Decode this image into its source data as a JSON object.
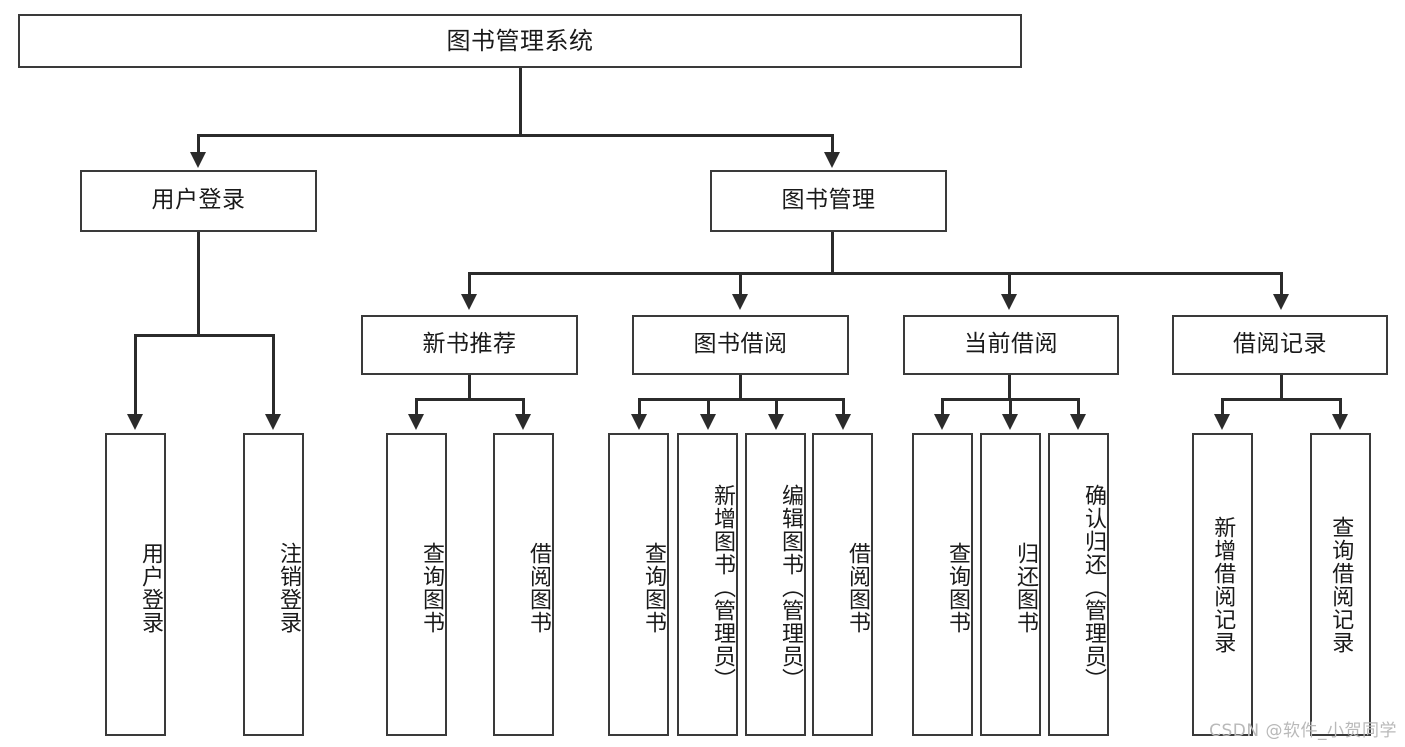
{
  "diagram": {
    "title": "图书管理系统",
    "watermark": "CSDN @软件_小贺同学",
    "level2": [
      {
        "label": "用户登录"
      },
      {
        "label": "图书管理"
      }
    ],
    "level3": [
      {
        "label": "新书推荐"
      },
      {
        "label": "图书借阅"
      },
      {
        "label": "当前借阅"
      },
      {
        "label": "借阅记录"
      }
    ],
    "leaves": {
      "user_login": [
        {
          "label": "用户登录"
        },
        {
          "label": "注销登录"
        }
      ],
      "new_book": [
        {
          "label": "查询图书"
        },
        {
          "label": "借阅图书"
        }
      ],
      "book_borrow": [
        {
          "label": "查询图书"
        },
        {
          "label": "新增图书（管理员）"
        },
        {
          "label": "编辑图书（管理员）"
        },
        {
          "label": "借阅图书"
        }
      ],
      "current_borrow": [
        {
          "label": "查询图书"
        },
        {
          "label": "归还图书"
        },
        {
          "label": "确认归还（管理员）"
        }
      ],
      "borrow_record": [
        {
          "label": "新增借阅记录"
        },
        {
          "label": "查询借阅记录"
        }
      ]
    }
  }
}
